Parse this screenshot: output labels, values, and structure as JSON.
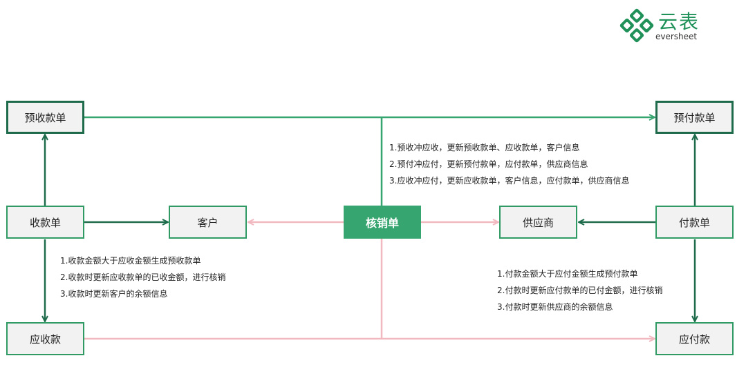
{
  "logo": {
    "cn": "云表",
    "en": "eversheet"
  },
  "nodes": {
    "prepay_receipt": "预收款单",
    "prepay_payment": "预付款单",
    "receipt": "收款单",
    "customer": "客户",
    "writeoff": "核销单",
    "supplier": "供应商",
    "payment": "付款单",
    "receivable": "应收款",
    "payable": "应付款"
  },
  "notes": {
    "center": [
      "1.预收冲应收，更新预收款单、应收款单，客户信息",
      "2.预付冲应付，更新预付款单，应付款单，供应商信息",
      "3.应收冲应付，更新应收款单，客户信息，应付款单，供应商信息"
    ],
    "left": [
      "1.收款金额大于应收金额生成预收款单",
      "2.收款时更新应收款单的已收金额，进行核销",
      "3.收款时更新客户的余额信息"
    ],
    "right": [
      "1.付款金额大于应付金额生成预付款单",
      "2.付款时更新应付款单的已付金额，进行核销",
      "3.付款时更新供应商的余额信息"
    ]
  },
  "colors": {
    "dark_green": "#1d6b4a",
    "green": "#37a56f",
    "pink": "#f2b8c0",
    "box_fill": "#f2f2f2"
  }
}
